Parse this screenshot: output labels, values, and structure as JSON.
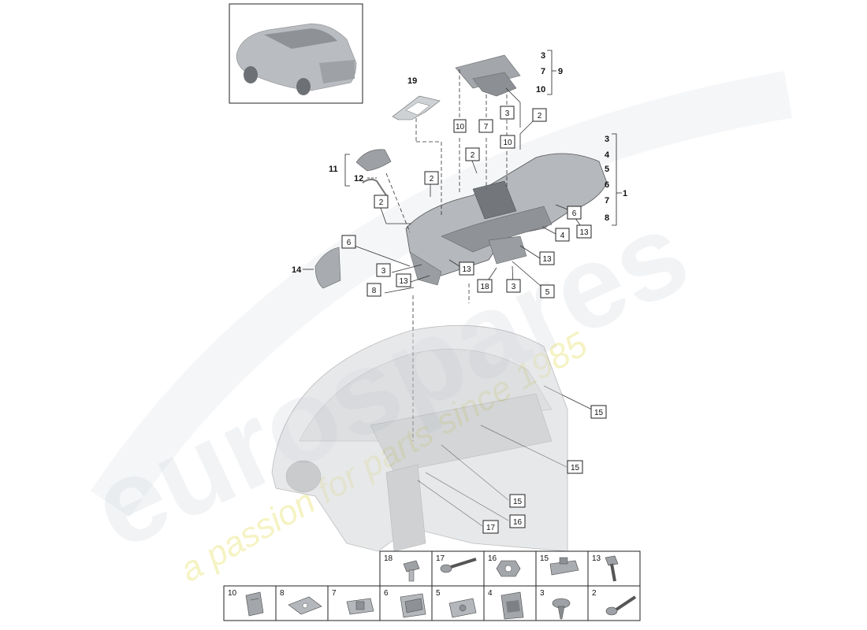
{
  "watermark": {
    "brand": "eurospares",
    "tagline": "a passion for parts since 1985"
  },
  "callouts": {
    "c2a": "2",
    "c2b": "2",
    "c2c": "2",
    "c2d": "2",
    "c3a": "3",
    "c3b": "3",
    "c3c": "3",
    "c4": "4",
    "c5": "5",
    "c6a": "6",
    "c6b": "6",
    "c7": "7",
    "c8": "8",
    "c10a": "10",
    "c10b": "10",
    "c13a": "13",
    "c13b": "13",
    "c13c": "13",
    "c13d": "13",
    "c15a": "15",
    "c15b": "15",
    "c15c": "15",
    "c16": "16",
    "c17": "17",
    "c18": "18"
  },
  "group_labels": {
    "g19": "19",
    "g11": "11",
    "g12": "12",
    "g14": "14",
    "g9": "9",
    "g9_3": "3",
    "g9_7": "7",
    "g9_10": "10",
    "g1": "1",
    "g1_3": "3",
    "g1_4": "4",
    "g1_5": "5",
    "g1_6": "6",
    "g1_7": "7",
    "g1_8": "8"
  },
  "parts_table": {
    "row1": [
      "18",
      "17",
      "16",
      "15",
      "13"
    ],
    "row2": [
      "10",
      "8",
      "7",
      "6",
      "5",
      "4",
      "3",
      "2"
    ]
  }
}
